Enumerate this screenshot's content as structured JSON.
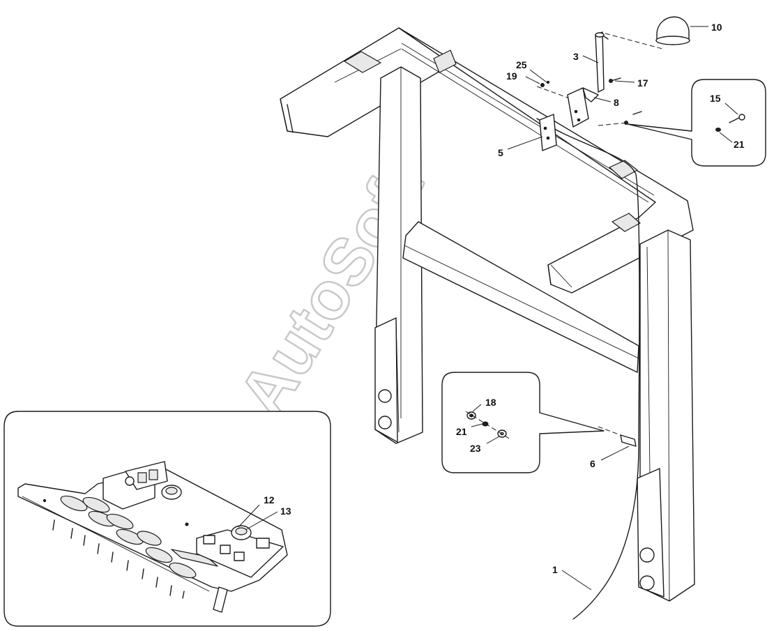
{
  "watermark": "AutoSoft",
  "callouts": {
    "c1": "1",
    "c3": "3",
    "c5": "5",
    "c6": "6",
    "c8": "8",
    "c10": "10",
    "c12": "12",
    "c13": "13",
    "c15": "15",
    "c17": "17",
    "c18": "18",
    "c19": "19",
    "c21a": "21",
    "c21b": "21",
    "c23": "23",
    "c25": "25"
  }
}
